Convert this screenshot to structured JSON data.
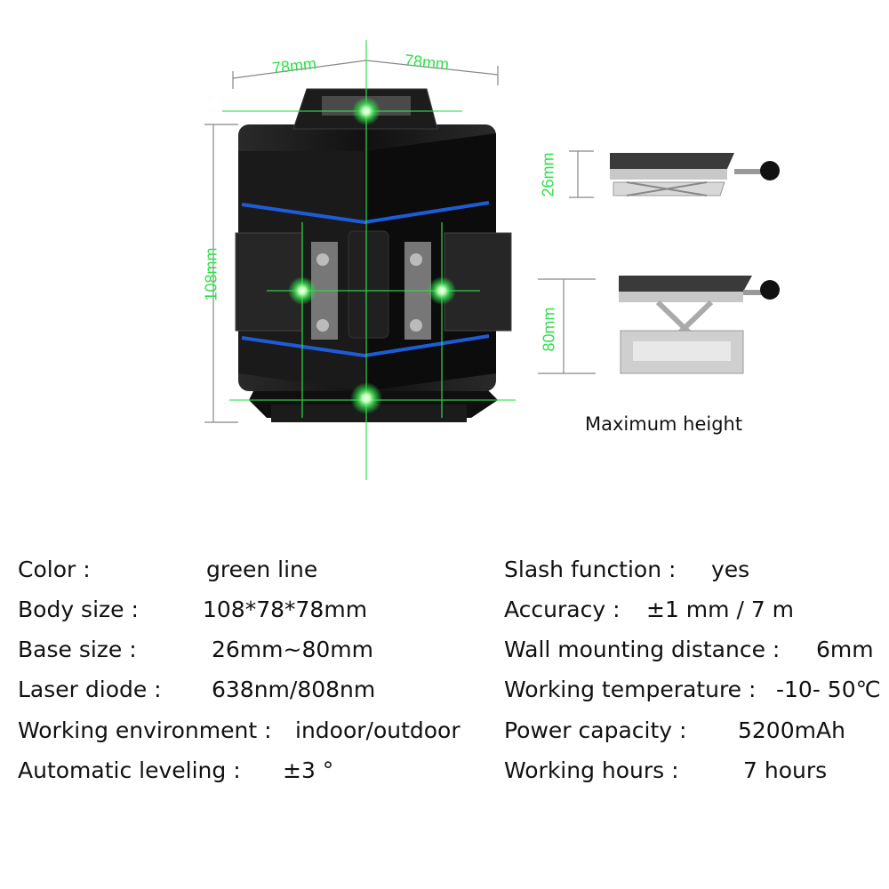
{
  "dimensions": {
    "width_left": "78mm",
    "width_right": "78mm",
    "height": "108mm",
    "base_min": "26mm",
    "base_max": "80mm"
  },
  "caption": "Maximum height",
  "specs_left": [
    {
      "label": "Color :",
      "value": "green line"
    },
    {
      "label": "Body size :",
      "value": "108*78*78mm"
    },
    {
      "label": "Base size :",
      "value": "26mm~80mm"
    },
    {
      "label": "Laser diode :",
      "value": "638nm/808nm"
    },
    {
      "label": "Working environment :",
      "value": "indoor/outdoor"
    },
    {
      "label": "Automatic leveling :",
      "value": "±3 °"
    }
  ],
  "specs_right": [
    {
      "label": "Slash function :",
      "value": "yes"
    },
    {
      "label": "Accuracy :",
      "value": "±1 mm / 7 m"
    },
    {
      "label": "Wall mounting distance :",
      "value": "6mm"
    },
    {
      "label": "Working temperature :",
      "value": "-10- 50℃"
    },
    {
      "label": "Power capacity :",
      "value": "5200mAh"
    },
    {
      "label": "Working hours :",
      "value": "7 hours"
    }
  ],
  "colors": {
    "laser": "#2fe04a",
    "body": "#141414",
    "accent": "#1e5bd6"
  }
}
